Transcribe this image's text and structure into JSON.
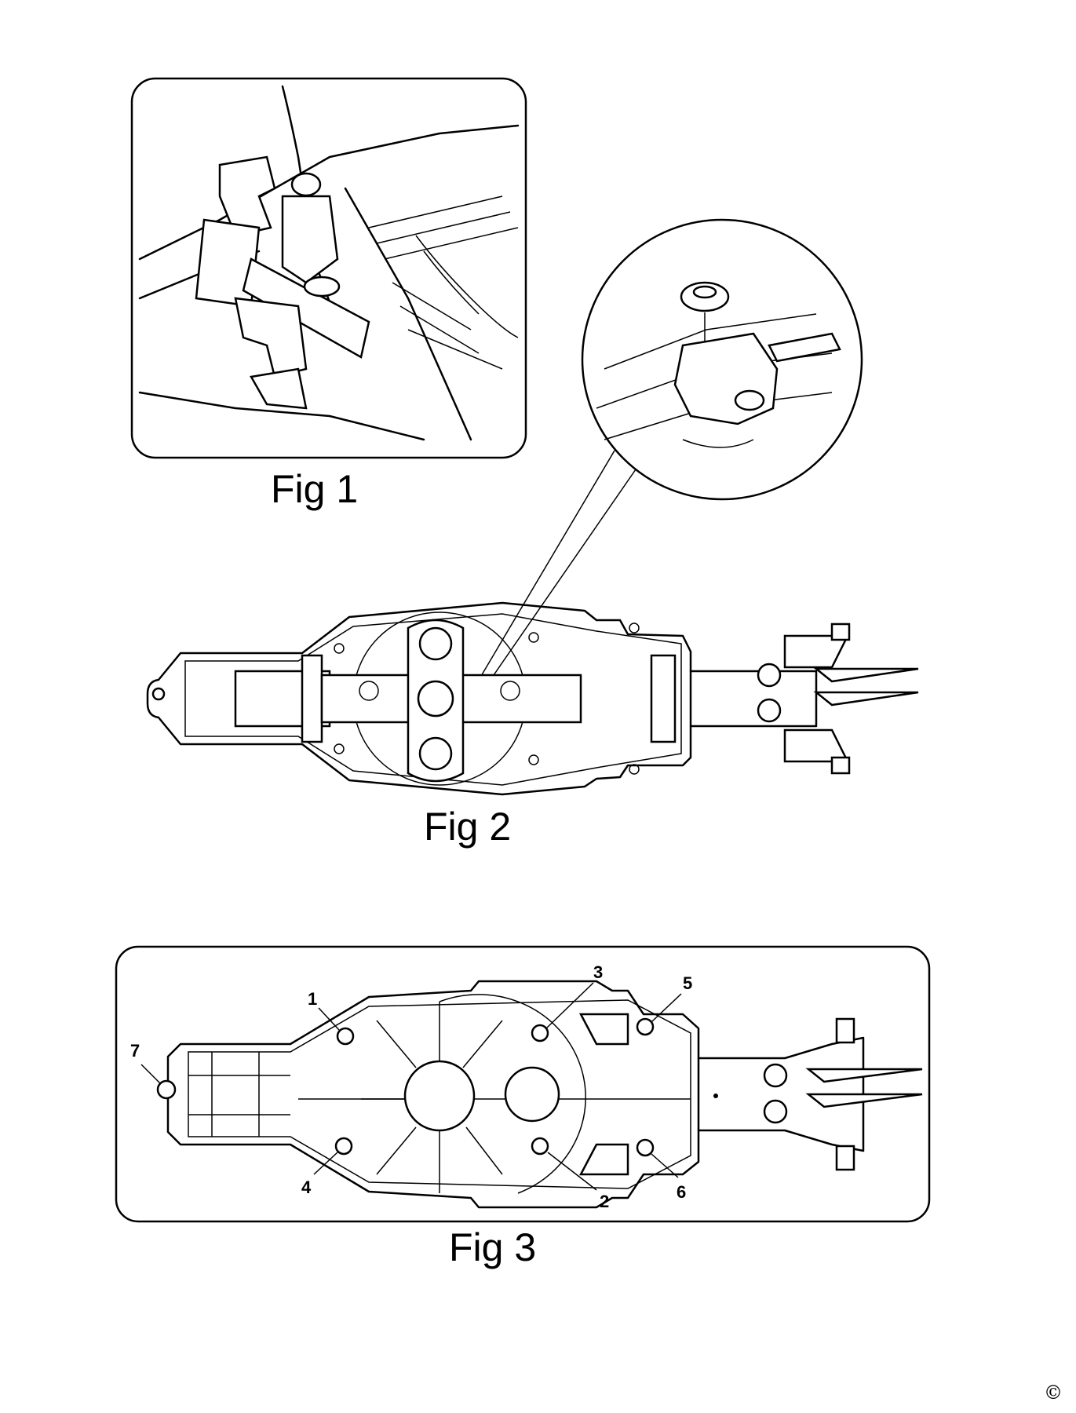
{
  "figures": {
    "fig1": {
      "caption": "Fig 1"
    },
    "fig2": {
      "caption": "Fig 2"
    },
    "fig3": {
      "caption": "Fig 3",
      "callouts": [
        "1",
        "2",
        "3",
        "4",
        "5",
        "6",
        "7"
      ]
    }
  },
  "copyright": "©"
}
